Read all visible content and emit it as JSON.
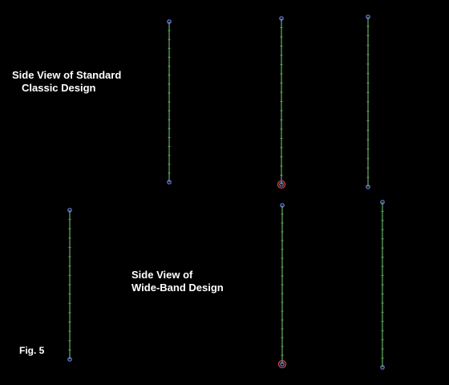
{
  "labels": {
    "standard_line1": "Side View of Standard",
    "standard_line2": "Classic Design",
    "wide_line1": "Side View of",
    "wide_line2": "Wide-Band Design",
    "figure": "Fig. 5"
  },
  "colors": {
    "background": "#000000",
    "element_line": "#7fd07f",
    "segment_tick": "#4fb04f",
    "endpoint": "#6a86e8",
    "feed_marker": "#e04848",
    "text": "#ffffff"
  },
  "groups": [
    {
      "name": "standard-classic-design",
      "elements": [
        {
          "name": "element-1",
          "segments": 18,
          "feed": false
        },
        {
          "name": "element-2",
          "segments": 18,
          "feed": true
        },
        {
          "name": "element-3",
          "segments": 18,
          "feed": false
        }
      ]
    },
    {
      "name": "wide-band-design",
      "elements": [
        {
          "name": "element-1",
          "segments": 16,
          "feed": false
        },
        {
          "name": "element-2",
          "segments": 18,
          "feed": true
        },
        {
          "name": "element-3",
          "segments": 18,
          "feed": false
        }
      ]
    }
  ]
}
